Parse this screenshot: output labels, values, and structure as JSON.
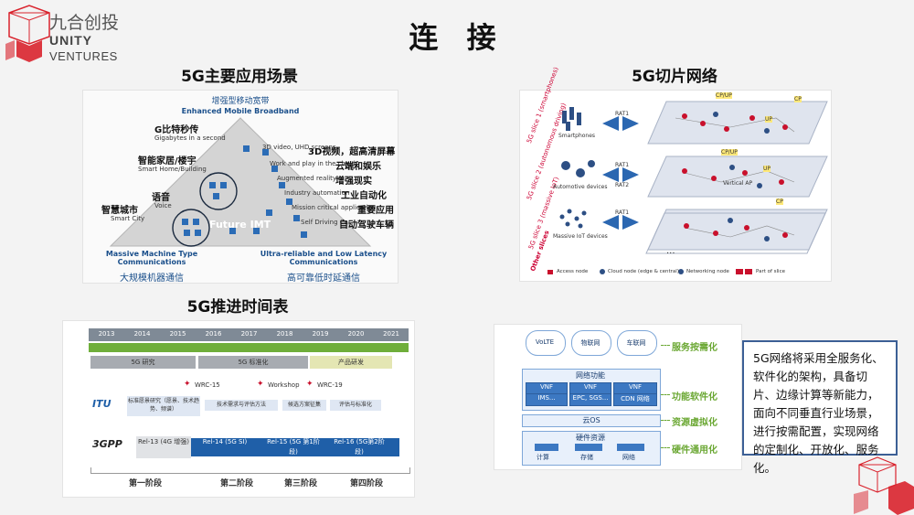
{
  "logo": {
    "cn": "九合创投",
    "line1": "UNITY",
    "line2": "VENTURES"
  },
  "title": "连 接",
  "sections": {
    "apps": {
      "title": "5G主要应用场景",
      "top_cn": "增强型移动宽带",
      "top_en": "Enhanced Mobile Broadband",
      "center": "Future IMT",
      "left_items": [
        {
          "cn": "G比特秒传",
          "en": "Gigabytes in a second"
        },
        {
          "cn": "智能家居/楼宇",
          "en": "Smart Home/Building"
        },
        {
          "cn": "语音",
          "en": "Voice"
        },
        {
          "cn": "智慧城市",
          "en": "Smart City"
        }
      ],
      "right_items": [
        {
          "en": "3D video, UHD screens",
          "cn": "3D视频，超高清屏幕"
        },
        {
          "en": "Work and play in the cloud",
          "cn": "云端和娱乐"
        },
        {
          "en": "Augmented reality",
          "cn": "增强现实"
        },
        {
          "en": "Industry automation",
          "cn": "工业自动化"
        },
        {
          "en": "Mission critical application",
          "cn": "重要应用"
        },
        {
          "en": "Self Driving Car",
          "cn": "自动驾驶车辆"
        }
      ],
      "bottom_left_en": "Massive Machine Type Communications",
      "bottom_left_cn": "大规模机器通信",
      "bottom_right_en": "Ultra-reliable and Low Latency Communications",
      "bottom_right_cn": "高可靠低时延通信"
    },
    "slicing": {
      "title": "5G切片网络",
      "slices": [
        {
          "label": "5G slice 1 (smartphones)",
          "device": "Smartphones"
        },
        {
          "label": "5G slice 2 (autonomous driving)",
          "device": "Automotive devices"
        },
        {
          "label": "5G slice 3 (massive IoT)",
          "device": "Massive IoT devices"
        }
      ],
      "other": "Other slices",
      "rat": "RAT1",
      "rat2": "RAT2",
      "nodes": [
        "CP/UP",
        "CP",
        "UP",
        "CP/UP",
        "UP",
        "CP",
        "Vertical AP"
      ],
      "legend": [
        "Access node",
        "Cloud node (edge & central)",
        "Networking node",
        "Part of slice"
      ],
      "dots": "..."
    },
    "timeline": {
      "title": "5G推进时间表",
      "years": [
        "2013",
        "2014",
        "2015",
        "2016",
        "2017",
        "2018",
        "2019",
        "2020",
        "2021"
      ],
      "phases": [
        "5G 研究",
        "5G 标准化",
        "产品研发"
      ],
      "events": [
        "WRC-15",
        "Workshop",
        "WRC-19"
      ],
      "itu_steps": [
        "标准愿景研究（愿景、技术趋势、频谱）",
        "技术需求与评估方法",
        "候选方案征集",
        "评估与标准化"
      ],
      "itu_logo": "ITU",
      "gpp_logo": "3GPP",
      "releases": [
        "Rel-13 (4G 增强)",
        "Rel-14 (5G SI)",
        "Rel-15 (5G 第1阶段)",
        "Rel-16 (5G第2阶段)"
      ],
      "stages": [
        "第一阶段",
        "第二阶段",
        "第三阶段",
        "第四阶段"
      ]
    },
    "architecture": {
      "services": [
        "VoLTE",
        "物联网",
        "车联网"
      ],
      "func_title": "网络功能",
      "vnfs": [
        {
          "name": "VNF",
          "sub": "IMS..."
        },
        {
          "name": "VNF",
          "sub": "EPC, SGS..."
        },
        {
          "name": "VNF",
          "sub": "CDN 网络"
        }
      ],
      "cloud_os": "云OS",
      "hw_title": "硬件资源",
      "hw_items": [
        "计算",
        "存储",
        "网络"
      ],
      "labels": [
        "服务按需化",
        "功能软件化",
        "资源虚拟化",
        "硬件通用化"
      ]
    }
  },
  "description": "5G网络将采用全服务化、软件化的架构，具备切片、边缘计算等新能力，面向不同垂直行业场景，进行按需配置，实现网络的定制化、开放化、服务化。",
  "colors": {
    "accent_red": "#d9232d",
    "navy": "#1a4f8b",
    "green": "#6aa732",
    "timeline_blue": "#1f5fa8"
  }
}
